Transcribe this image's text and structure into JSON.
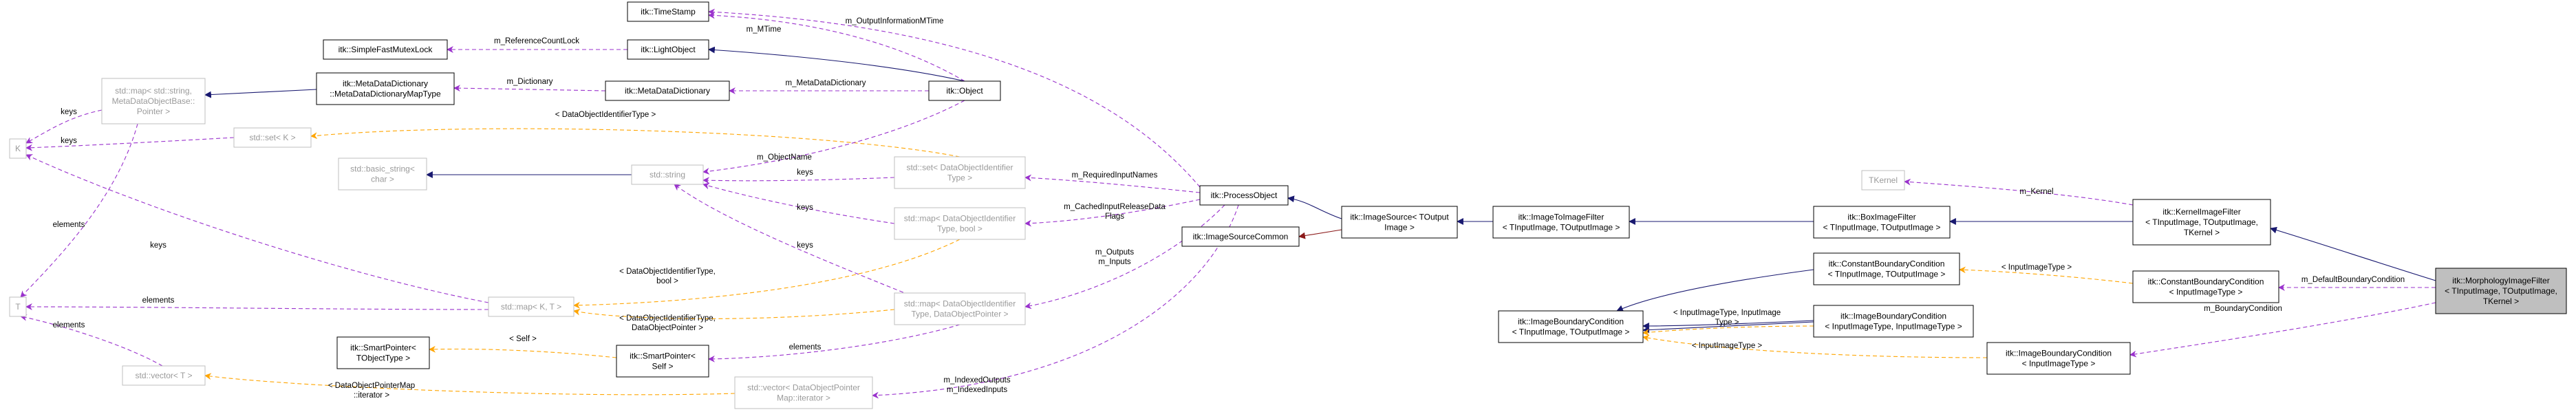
{
  "diagram": {
    "colors": {
      "inheritance": "#191970",
      "member": "#9a32cd",
      "template": "#ffa500",
      "private": "#8b1a1a",
      "focus_fill": "#bfbfbf",
      "light_border": "#bfbfbf"
    },
    "nodes": [
      {
        "id": "timestamp",
        "lines": [
          "itk::TimeStamp"
        ],
        "style": "dark"
      },
      {
        "id": "lightobject",
        "lines": [
          "itk::LightObject"
        ],
        "style": "dark"
      },
      {
        "id": "simplefastmutex",
        "lines": [
          "itk::SimpleFastMutexLock"
        ],
        "style": "dark"
      },
      {
        "id": "mapstring",
        "lines": [
          "std::map< std::string,",
          "MetaDataObjectBase::",
          "Pointer >"
        ],
        "style": "light"
      },
      {
        "id": "metadatadictmap",
        "lines": [
          "itk::MetaDataDictionary",
          "::MetaDataDictionaryMapType"
        ],
        "style": "dark"
      },
      {
        "id": "metadatadict",
        "lines": [
          "itk::MetaDataDictionary"
        ],
        "style": "dark"
      },
      {
        "id": "object",
        "lines": [
          "itk::Object"
        ],
        "style": "dark"
      },
      {
        "id": "K",
        "lines": [
          "K"
        ],
        "style": "light"
      },
      {
        "id": "setK",
        "lines": [
          "std::set< K >"
        ],
        "style": "light"
      },
      {
        "id": "basicstring",
        "lines": [
          "std::basic_string<",
          "char >"
        ],
        "style": "light"
      },
      {
        "id": "stdstring",
        "lines": [
          "std::string"
        ],
        "style": "light"
      },
      {
        "id": "setDOI",
        "lines": [
          "std::set< DataObjectIdentifier",
          "Type >"
        ],
        "style": "light"
      },
      {
        "id": "mapDOIbool",
        "lines": [
          "std::map< DataObjectIdentifier",
          "Type, bool >"
        ],
        "style": "light"
      },
      {
        "id": "processobject",
        "lines": [
          "itk::ProcessObject"
        ],
        "style": "dark"
      },
      {
        "id": "imagesourcecommon",
        "lines": [
          "itk::ImageSourceCommon"
        ],
        "style": "dark"
      },
      {
        "id": "imagesource",
        "lines": [
          "itk::ImageSource< TOutput",
          "Image >"
        ],
        "style": "dark"
      },
      {
        "id": "imagetoimagefilter",
        "lines": [
          "itk::ImageToImageFilter",
          "< TInputImage, TOutputImage >"
        ],
        "style": "dark"
      },
      {
        "id": "boximagefilter",
        "lines": [
          "itk::BoxImageFilter",
          "< TInputImage, TOutputImage >"
        ],
        "style": "dark"
      },
      {
        "id": "tkernel",
        "lines": [
          "TKernel"
        ],
        "style": "light"
      },
      {
        "id": "kernelimagefilter",
        "lines": [
          "itk::KernelImageFilter",
          "< TInputImage, TOutputImage,",
          "TKernel >"
        ],
        "style": "dark"
      },
      {
        "id": "T",
        "lines": [
          "T"
        ],
        "style": "light"
      },
      {
        "id": "mapKT",
        "lines": [
          "std::map< K, T >"
        ],
        "style": "light"
      },
      {
        "id": "mapDOIptr",
        "lines": [
          "std::map< DataObjectIdentifier",
          "Type, DataObjectPointer >"
        ],
        "style": "light"
      },
      {
        "id": "smartptrTObj",
        "lines": [
          "itk::SmartPointer<",
          "TObjectType >"
        ],
        "style": "dark"
      },
      {
        "id": "smartptrSelf",
        "lines": [
          "itk::SmartPointer<",
          "Self >"
        ],
        "style": "dark"
      },
      {
        "id": "vectorT",
        "lines": [
          "std::vector< T >"
        ],
        "style": "light"
      },
      {
        "id": "vectorDOP",
        "lines": [
          "std::vector< DataObjectPointer",
          "Map::iterator >"
        ],
        "style": "light"
      },
      {
        "id": "constbcTT",
        "lines": [
          "itk::ConstantBoundaryCondition",
          "< TInputImage, TOutputImage >"
        ],
        "style": "dark"
      },
      {
        "id": "imagebcTT",
        "lines": [
          "itk::ImageBoundaryCondition",
          "< TInputImage, TOutputImage >"
        ],
        "style": "dark"
      },
      {
        "id": "imagebcII",
        "lines": [
          "itk::ImageBoundaryCondition",
          "< InputImageType, InputImageType >"
        ],
        "style": "dark"
      },
      {
        "id": "imagebcI",
        "lines": [
          "itk::ImageBoundaryCondition",
          "< InputImageType >"
        ],
        "style": "dark"
      },
      {
        "id": "constbcI",
        "lines": [
          "itk::ConstantBoundaryCondition",
          "< InputImageType >"
        ],
        "style": "dark"
      },
      {
        "id": "morph",
        "lines": [
          "itk::MorphologyImageFilter",
          "< TInputImage, TOutputImage,",
          "TKernel >"
        ],
        "style": "focus"
      }
    ],
    "edges": [
      {
        "id": "e1",
        "kind": "member",
        "lines": [
          "m_OutputInformationMTime"
        ]
      },
      {
        "id": "e2",
        "kind": "member",
        "lines": [
          "m_MTime"
        ]
      },
      {
        "id": "e3",
        "kind": "inheritance",
        "lines": []
      },
      {
        "id": "e4",
        "kind": "member",
        "lines": [
          "m_ReferenceCountLock"
        ]
      },
      {
        "id": "e5",
        "kind": "inheritance",
        "lines": []
      },
      {
        "id": "e6",
        "kind": "member",
        "lines": [
          "m_Dictionary"
        ]
      },
      {
        "id": "e7",
        "kind": "member",
        "lines": [
          "m_MetaDataDictionary"
        ]
      },
      {
        "id": "e8",
        "kind": "member",
        "lines": [
          "keys"
        ]
      },
      {
        "id": "e9",
        "kind": "member",
        "lines": [
          "elements"
        ]
      },
      {
        "id": "e10",
        "kind": "member",
        "lines": [
          "keys"
        ]
      },
      {
        "id": "e11",
        "kind": "template",
        "lines": [
          "< DataObjectIdentifierType >"
        ]
      },
      {
        "id": "e12",
        "kind": "member",
        "lines": [
          "m_ObjectName"
        ]
      },
      {
        "id": "e13",
        "kind": "inheritance",
        "lines": []
      },
      {
        "id": "e14",
        "kind": "member",
        "lines": [
          "keys"
        ]
      },
      {
        "id": "e15",
        "kind": "member",
        "lines": [
          "keys"
        ]
      },
      {
        "id": "e16",
        "kind": "member",
        "lines": [
          "keys"
        ]
      },
      {
        "id": "e17",
        "kind": "member",
        "lines": [
          "keys"
        ]
      },
      {
        "id": "e18",
        "kind": "member",
        "lines": [
          "elements"
        ]
      },
      {
        "id": "e19",
        "kind": "member",
        "lines": [
          "elements"
        ]
      },
      {
        "id": "e20",
        "kind": "template",
        "lines": [
          "< DataObjectIdentifierType,",
          "bool >"
        ]
      },
      {
        "id": "e21",
        "kind": "template",
        "lines": [
          "< DataObjectIdentifierType,",
          "DataObjectPointer >"
        ]
      },
      {
        "id": "e22",
        "kind": "member",
        "lines": [
          "m_RequiredInputNames"
        ]
      },
      {
        "id": "e23",
        "kind": "member",
        "lines": [
          "m_CachedInputReleaseData",
          "Flags"
        ]
      },
      {
        "id": "e24",
        "kind": "member",
        "lines": [
          "m_Outputs",
          "m_Inputs"
        ]
      },
      {
        "id": "e25",
        "kind": "inheritance",
        "lines": []
      },
      {
        "id": "e26",
        "kind": "template",
        "lines": [
          "< Self >"
        ]
      },
      {
        "id": "e27",
        "kind": "member",
        "lines": [
          "elements"
        ]
      },
      {
        "id": "e28",
        "kind": "template",
        "lines": [
          "< DataObjectPointerMap",
          "::iterator >"
        ]
      },
      {
        "id": "e29",
        "kind": "member",
        "lines": [
          "m_IndexedOutputs",
          "m_IndexedInputs"
        ]
      },
      {
        "id": "e30",
        "kind": "inheritance",
        "lines": []
      },
      {
        "id": "e31",
        "kind": "private",
        "lines": []
      },
      {
        "id": "e32",
        "kind": "inheritance",
        "lines": []
      },
      {
        "id": "e33",
        "kind": "inheritance",
        "lines": []
      },
      {
        "id": "e34",
        "kind": "inheritance",
        "lines": []
      },
      {
        "id": "e35",
        "kind": "member",
        "lines": [
          "m_Kernel"
        ]
      },
      {
        "id": "e36",
        "kind": "inheritance",
        "lines": []
      },
      {
        "id": "e37",
        "kind": "inheritance",
        "lines": []
      },
      {
        "id": "e38",
        "kind": "template",
        "lines": [
          "< InputImageType >"
        ]
      },
      {
        "id": "e39",
        "kind": "inheritance",
        "lines": []
      },
      {
        "id": "e40",
        "kind": "template",
        "lines": [
          "< InputImageType, InputImage",
          "Type >"
        ]
      },
      {
        "id": "e41",
        "kind": "template",
        "lines": [
          "< InputImageType >"
        ]
      },
      {
        "id": "e42",
        "kind": "member",
        "lines": [
          "m_DefaultBoundaryCondition"
        ]
      },
      {
        "id": "e43",
        "kind": "member",
        "lines": [
          "m_BoundaryCondition"
        ]
      }
    ]
  }
}
